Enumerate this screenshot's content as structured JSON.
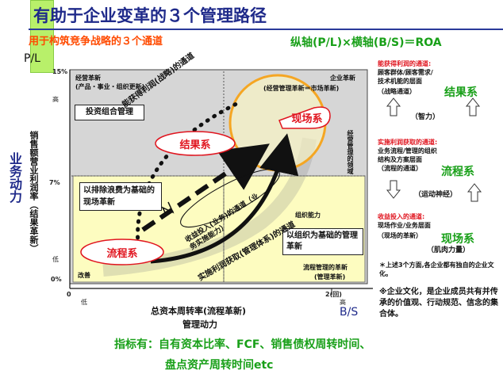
{
  "title": "有助于企业变革的３个管理路径",
  "subtitle": "用于构筑竞争战略的３个通道",
  "formula": "纵轴(P/L)×横轴(B/S)＝ROA",
  "y_axis": {
    "label_top": "P/L",
    "tick_15": "15%",
    "tick_7": "7%",
    "tick_0": "0%",
    "high": "高",
    "low": "低",
    "metric": "销售额营业利润率（结果革新）",
    "side_label": "业务动力"
  },
  "x_axis": {
    "tick_0": "0",
    "tick_2": "2(回)",
    "low": "低",
    "high": "高",
    "label_right": "B/S",
    "metric": "总资本周转率(流程革新)",
    "management": "管理动力"
  },
  "quadrants": {
    "top_left_title": "经营革新",
    "top_left_sub": "(产品・事业・组织更新)",
    "top_right_title": "企业革新",
    "top_right_sub": "(经营管理革新＝市场革新)",
    "market_domain": "经营管理的领域",
    "bottom_left": "改善",
    "bottom_right_title": "流程管理的革新",
    "bottom_right_sub": "(管理革新)"
  },
  "diagram": {
    "portfolio": "投资组合管理",
    "field_innovation": "以排除浪费为基础的现场革新",
    "org_innovation": "以组织为基础的管理革新",
    "result_oval": "结果系",
    "market_oval": "现场系",
    "process_oval": "流程系",
    "channel_strategy": "能获得利润(战略)的通道",
    "channel_income": "收益投入(业务)的通道（业务实施能力）",
    "channel_process": "实施利润获取(管理体系)的通道",
    "org_capability": "组织能力"
  },
  "right_panel": {
    "block1_title": "能获得利润的通道:",
    "block1_body": [
      "顾客群体/顾客需求/",
      "技术机能的层面"
    ],
    "block1_paren": "（战略通道）",
    "block1_green": "结果系",
    "arrow1": "（智力）",
    "block2_title": "实施利润获取的通道:",
    "block2_body": [
      "业务流程/管理的组织",
      "结构及方案层面"
    ],
    "block2_paren": "（流程的通道）",
    "block2_green": "流程系",
    "arrow2": "（运动神经）",
    "block3_title": "收益投入的通道:",
    "block3_body": [
      "现场作业/业务层面"
    ],
    "block3_paren": "（现场的革新）",
    "block3_green": "现场系",
    "arrow3": "（肌肉力量）",
    "note1": "＊上述3个方面,各企业都有独自的企业文化。",
    "note2": "※企业文化，是企业成员共有并传承的价值观、行动规范、信念的集合体。"
  },
  "bottom": {
    "line1": "指标有：自有资本比率、FCF、销售债权周转时间、",
    "line2": "盘点资产周转时间etc"
  },
  "colors": {
    "title": "#1f2a8a",
    "accent_orange": "#ff4a00",
    "green": "#19a019",
    "red": "#e0141e",
    "quadrant_yellow": "#fdfcc0",
    "plot_bg": "#d8d8d8"
  }
}
